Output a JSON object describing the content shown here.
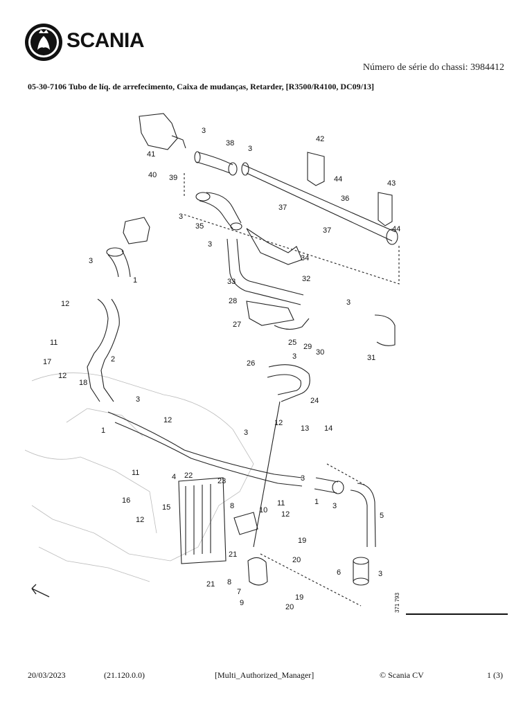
{
  "header": {
    "logo_text": "SCANIA",
    "chassis_line": "Número de série do chassi: 3984412",
    "title": "05-30-7106 Tubo de líq. de arrefecimento, Caixa de mudanças, Retarder, [R3500/R4100, DC09/13]"
  },
  "diagram": {
    "image_ref": "371 793",
    "callouts": [
      "1",
      "2",
      "3",
      "4",
      "5",
      "6",
      "7",
      "8",
      "9",
      "10",
      "11",
      "12",
      "13",
      "14",
      "15",
      "16",
      "17",
      "18",
      "19",
      "20",
      "21",
      "22",
      "23",
      "24",
      "25",
      "26",
      "27",
      "28",
      "29",
      "30",
      "31",
      "32",
      "33",
      "34",
      "35",
      "36",
      "37",
      "38",
      "39",
      "40",
      "41",
      "42",
      "43",
      "44"
    ]
  },
  "footer": {
    "date": "20/03/2023",
    "version": "(21.120.0.0)",
    "user": "[Multi_Authorized_Manager]",
    "copyright": "© Scania CV",
    "page": "1 (3)"
  }
}
